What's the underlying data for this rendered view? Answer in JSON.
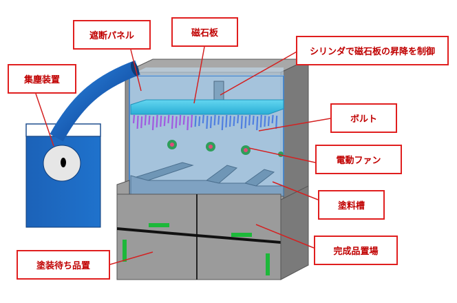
{
  "labels": {
    "shield_panel": "遮断パネル",
    "magnet_plate": "磁石板",
    "cylinder": "シリンダで磁石板の昇降を制御",
    "dust_collector": "集塵装置",
    "bolt": "ボルト",
    "electric_fan": "電動ファン",
    "paint_tank": "塗料槽",
    "finished_storage": "完成品置場",
    "waiting_storage": "塗装待ち品置"
  },
  "colors": {
    "label_border": "#e01e1e",
    "label_text": "#c00000",
    "leader_line": "#d42020",
    "cabinet": "#8c8c8c",
    "cabinet_front": "#9a9a9a",
    "glass": "#9cc3e6",
    "magnet": "#3fc4e6",
    "collector": "#1f6ec4",
    "duct": "#1c67c0",
    "bolt_blue": "#4f7fe0",
    "bolt_purple": "#a05ae0",
    "green_marker": "#1db83a"
  },
  "icons": {
    "fan": "fan-icon",
    "bolt": "bolt-icon"
  }
}
